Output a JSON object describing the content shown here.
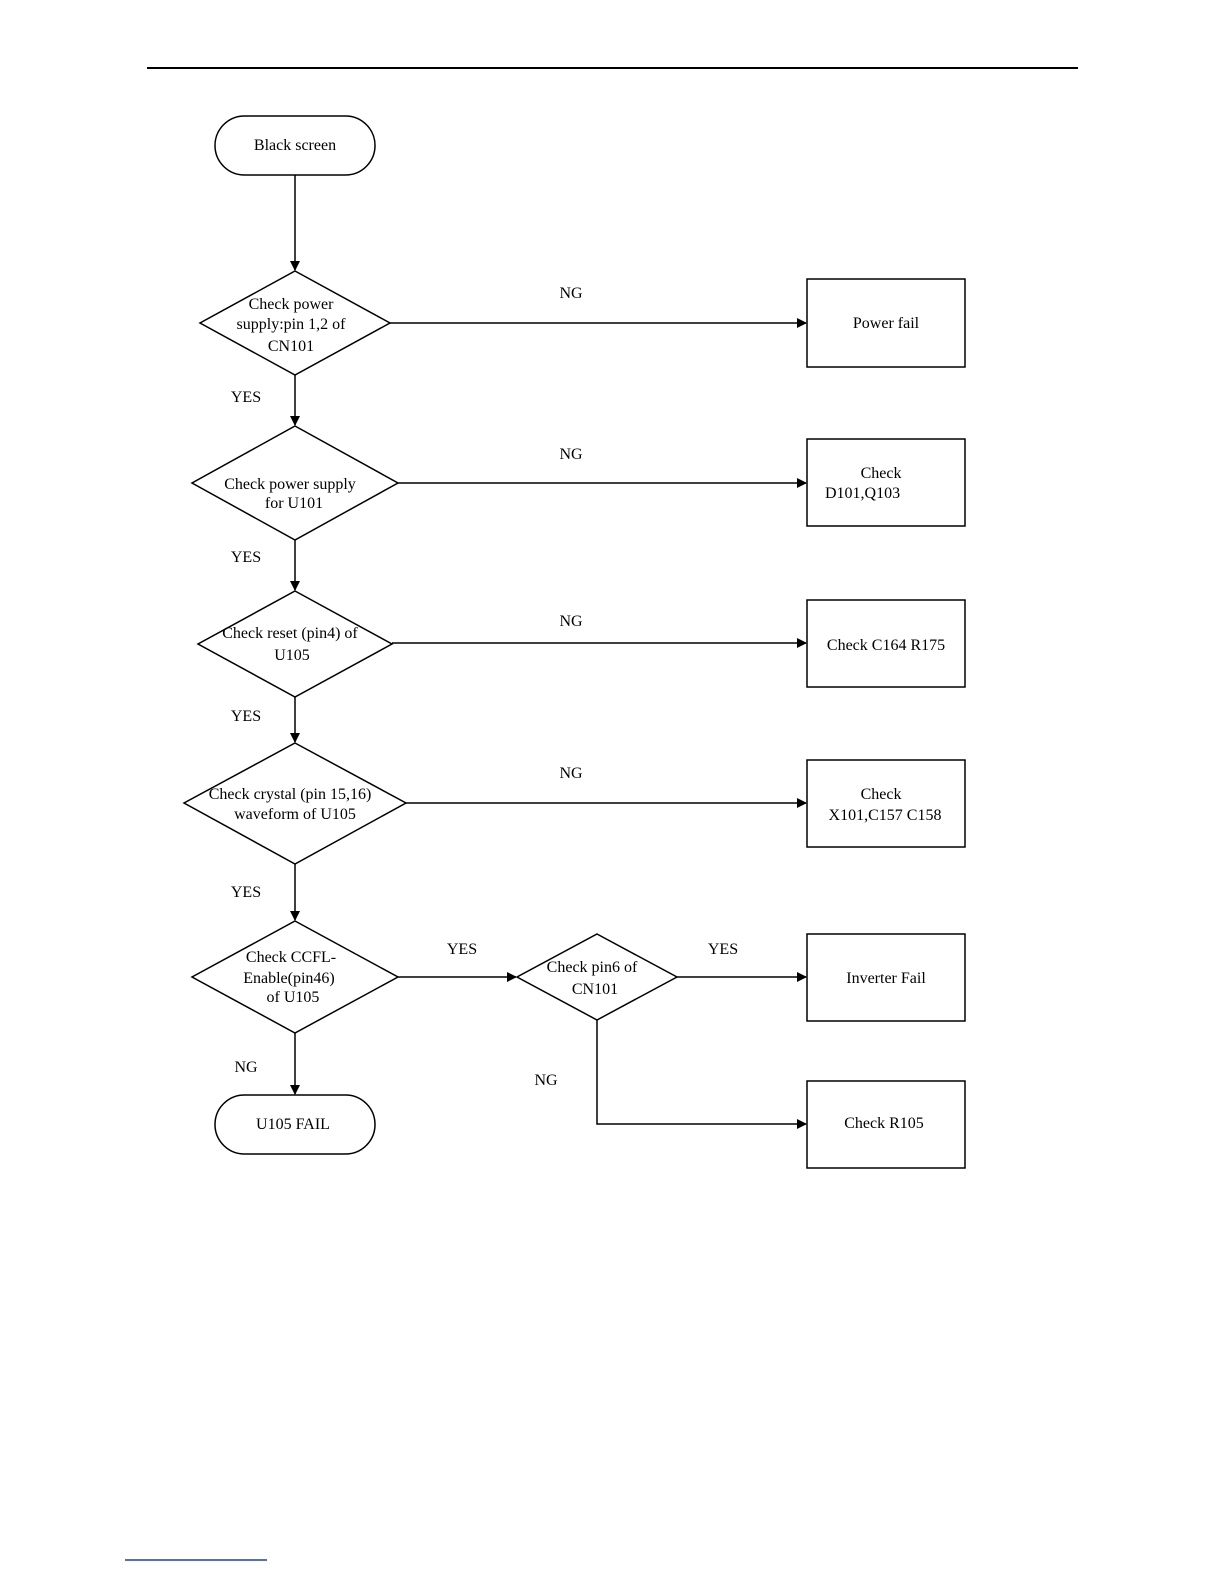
{
  "flowchart": {
    "start": "Black screen",
    "end": "U105  FAIL",
    "decisions": [
      [
        "Check power",
        "supply:pin 1,2 of",
        "CN101"
      ],
      [
        "Check power supply",
        "for  U101"
      ],
      [
        "Check reset (pin4) of",
        "U105"
      ],
      [
        "Check crystal (pin 15,16)",
        "waveform of  U105"
      ],
      [
        "Check CCFL-",
        "Enable(pin46)",
        "of U105"
      ],
      [
        "Check pin6 of",
        "CN101"
      ]
    ],
    "results": [
      [
        "Power fail"
      ],
      [
        "Check",
        "D101,Q103"
      ],
      [
        "Check  C164  R175"
      ],
      [
        "Check",
        "X101,C157  C158"
      ],
      [
        "Inverter Fail"
      ],
      [
        "Check R105"
      ]
    ],
    "edge_labels": {
      "ng": "NG",
      "yes": "YES"
    }
  }
}
